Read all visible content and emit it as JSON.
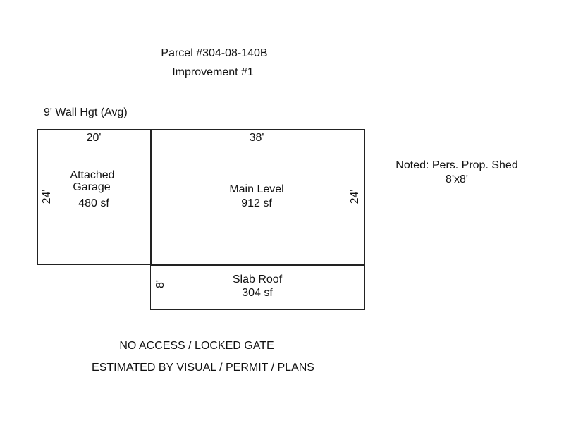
{
  "header": {
    "parcel": "Parcel #304-08-140B",
    "improvement": "Improvement #1"
  },
  "wall_height": "9' Wall Hgt (Avg)",
  "garage": {
    "width_label": "20'",
    "depth_label": "24'",
    "name_line1": "Attached",
    "name_line2": "Garage",
    "area": "480 sf"
  },
  "main": {
    "width_label": "38'",
    "depth_label": "24'",
    "name": "Main Level",
    "area": "912 sf"
  },
  "slab": {
    "depth_label": "8'",
    "name": "Slab Roof",
    "area": "304 sf"
  },
  "note": {
    "line1": "Noted: Pers. Prop. Shed",
    "line2": "8'x8'"
  },
  "footer": {
    "access": "NO ACCESS / LOCKED GATE",
    "method": "ESTIMATED BY VISUAL / PERMIT / PLANS"
  }
}
